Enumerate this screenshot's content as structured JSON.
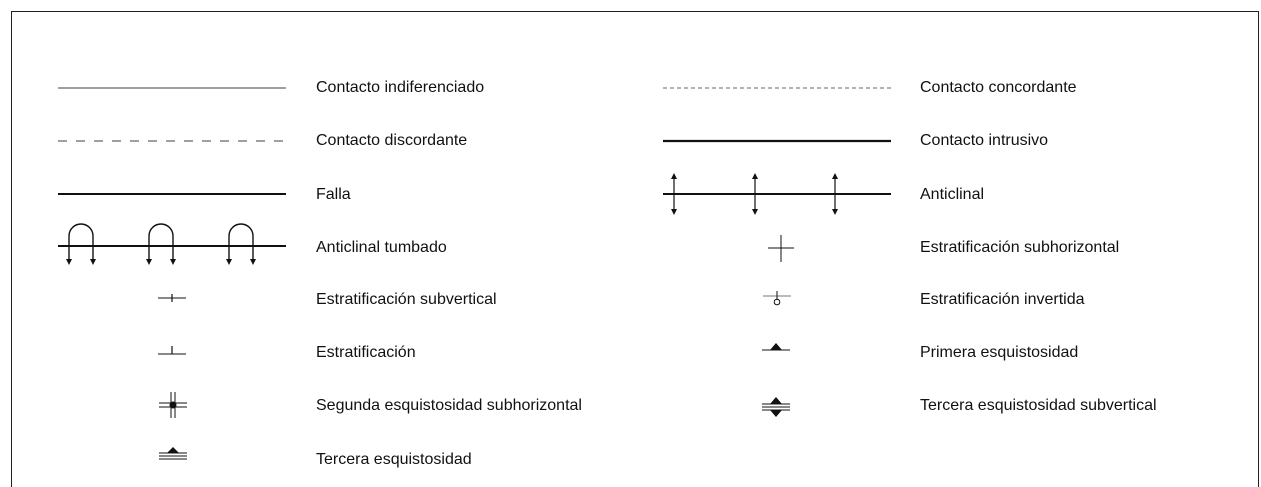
{
  "legend": {
    "left": [
      {
        "label": "Contacto indiferenciado",
        "symbol": "thin-solid-line"
      },
      {
        "label": "Contacto discordante",
        "symbol": "long-dash-line"
      },
      {
        "label": "Falla",
        "symbol": "solid-line"
      },
      {
        "label": "Anticlinal tumbado",
        "symbol": "overturned-anticline"
      },
      {
        "label": "Estratificación subvertical",
        "symbol": "subvertical-bedding"
      },
      {
        "label": "Estratificación",
        "symbol": "bedding"
      },
      {
        "label": "Segunda esquistosidad subhorizontal",
        "symbol": "second-schistosity-subhorizontal"
      },
      {
        "label": "Tercera esquistosidad",
        "symbol": "third-schistosity"
      }
    ],
    "right": [
      {
        "label": "Contacto concordante",
        "symbol": "dotted-line"
      },
      {
        "label": "Contacto intrusivo",
        "symbol": "thick-solid-line"
      },
      {
        "label": "Anticlinal",
        "symbol": "anticline"
      },
      {
        "label": "Estratificación subhorizontal",
        "symbol": "subhorizontal-bedding"
      },
      {
        "label": "Estratificación invertida",
        "symbol": "overturned-bedding"
      },
      {
        "label": "Primera esquistosidad",
        "symbol": "first-schistosity"
      },
      {
        "label": "Tercera esquistosidad subvertical",
        "symbol": "third-schistosity-subvertical"
      }
    ]
  },
  "colors": {
    "ink": "#111111",
    "line": "#555555"
  }
}
